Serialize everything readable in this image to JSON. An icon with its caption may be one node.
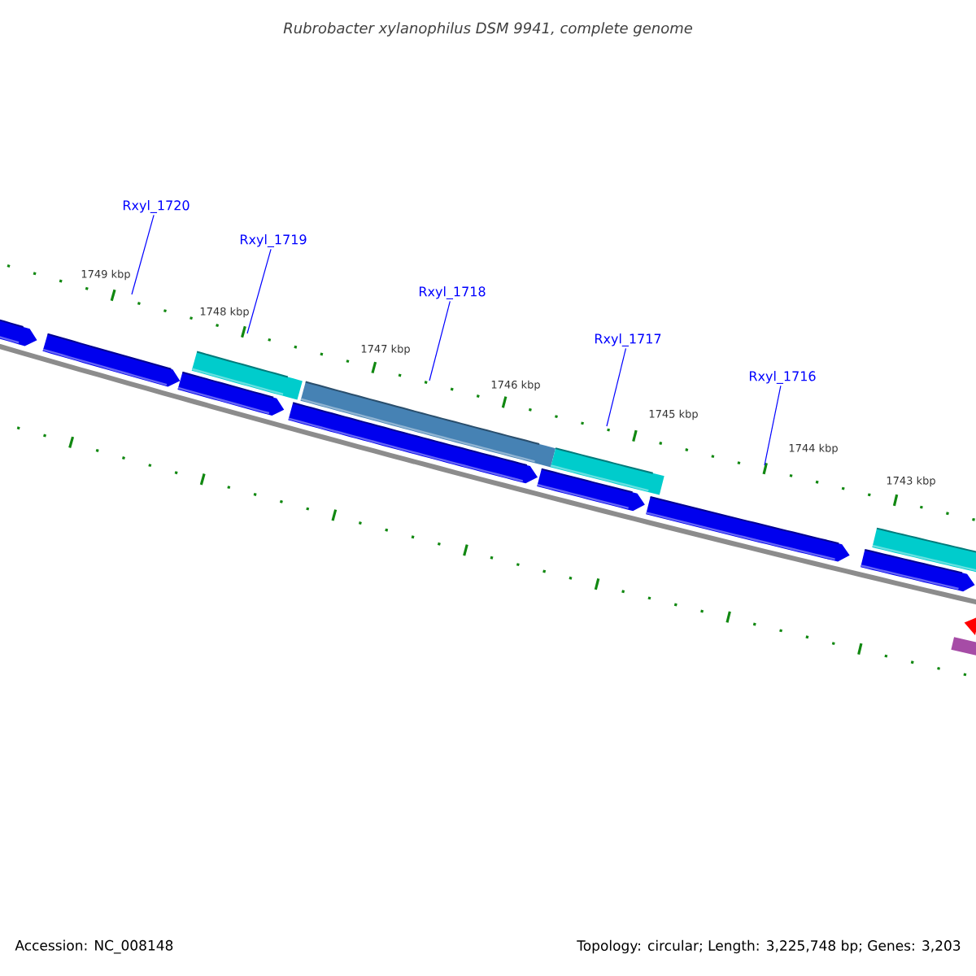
{
  "diagram": {
    "title": "Rubrobacter xylanophilus DSM 9941, complete genome",
    "nodes": [
      {
        "text": [
          "Rxyl_1720"
        ]
      },
      {
        "text": [
          "Rxyl_1719"
        ]
      },
      {
        "text": [
          "Rxyl_1718"
        ]
      },
      {
        "text": [
          "Rxyl_1717"
        ]
      },
      {
        "text": [
          "Rxyl_1716"
        ]
      }
    ],
    "edges": [
      {
        "from": 0,
        "to": null,
        "arrow": "none"
      },
      {
        "from": 1,
        "to": null,
        "arrow": "none"
      },
      {
        "from": 2,
        "to": null,
        "arrow": "none"
      },
      {
        "from": 3,
        "to": null,
        "arrow": "none"
      },
      {
        "from": 4,
        "to": null,
        "arrow": "none"
      }
    ],
    "labels": [
      "1749 kbp",
      "1748 kbp",
      "1747 kbp",
      "1746 kbp",
      "1745 kbp",
      "1744 kbp",
      "1743 kbp",
      "Accession: NC_008148",
      "Topology: circular; Length: 3,225,748 bp; Genes: 3,203"
    ]
  }
}
